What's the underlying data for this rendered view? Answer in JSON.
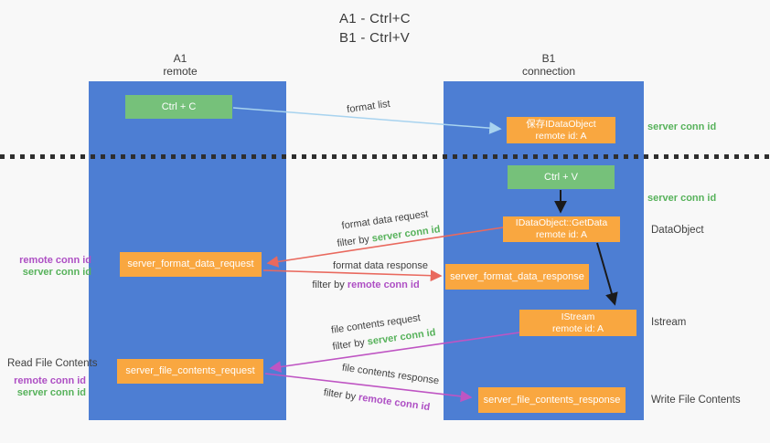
{
  "title": {
    "line1": "A1 - Ctrl+C",
    "line2": "B1 - Ctrl+V"
  },
  "lifelines": {
    "left": {
      "name": "A1",
      "subtitle": "remote"
    },
    "right": {
      "name": "B1",
      "subtitle": "connection"
    }
  },
  "nodes": {
    "ctrl_c": {
      "label": "Ctrl + C"
    },
    "ctrl_v": {
      "label": "Ctrl + V"
    },
    "save_idataobject": {
      "line1": "保存IDataObject",
      "line2": "remote id: A"
    },
    "idataobject_getdata": {
      "line1": "IDataObject::GetData",
      "line2": "remote id: A"
    },
    "istream": {
      "line1": "IStream",
      "line2": "remote id: A"
    },
    "server_format_data_request": {
      "label": "server_format_data_request"
    },
    "server_format_data_response": {
      "label": "server_format_data_response"
    },
    "server_file_contents_request": {
      "label": "server_file_contents_request"
    },
    "server_file_contents_response": {
      "label": "server_file_contents_response"
    }
  },
  "annotations": {
    "right_server_conn_id_top": "server conn id",
    "right_server_conn_id_mid": "server conn id",
    "right_dataobject": "DataObject",
    "right_istream": "Istream",
    "right_write_file_contents": "Write File Contents",
    "left_remote_conn_id_top": "remote conn id",
    "left_server_conn_id_top": "server conn id",
    "left_read_file_contents": "Read File Contents",
    "left_remote_conn_id_bottom": "remote conn id",
    "left_server_conn_id_bottom": "server conn id"
  },
  "edge_labels": {
    "format_list": "format list",
    "format_data_request": "format data request",
    "format_data_response": "format data response",
    "file_contents_request": "file contents request",
    "file_contents_response": "file contents response",
    "filter_by": "filter by",
    "server_conn_id": "server conn id",
    "remote_conn_id": "remote conn id"
  },
  "colors": {
    "lifeline_blue": "#4d7ed3",
    "node_green": "#76c17a",
    "node_orange": "#f9a740",
    "arrow_red": "#e9695e",
    "arrow_magenta": "#bf55c3",
    "arrow_lightblue": "#a8d3ef",
    "arrow_black": "#1a1a1a",
    "label_green": "#57b25b",
    "label_purple": "#ae4fc4",
    "dotted_line": "#2e2e2e",
    "background": "#f8f8f8"
  }
}
